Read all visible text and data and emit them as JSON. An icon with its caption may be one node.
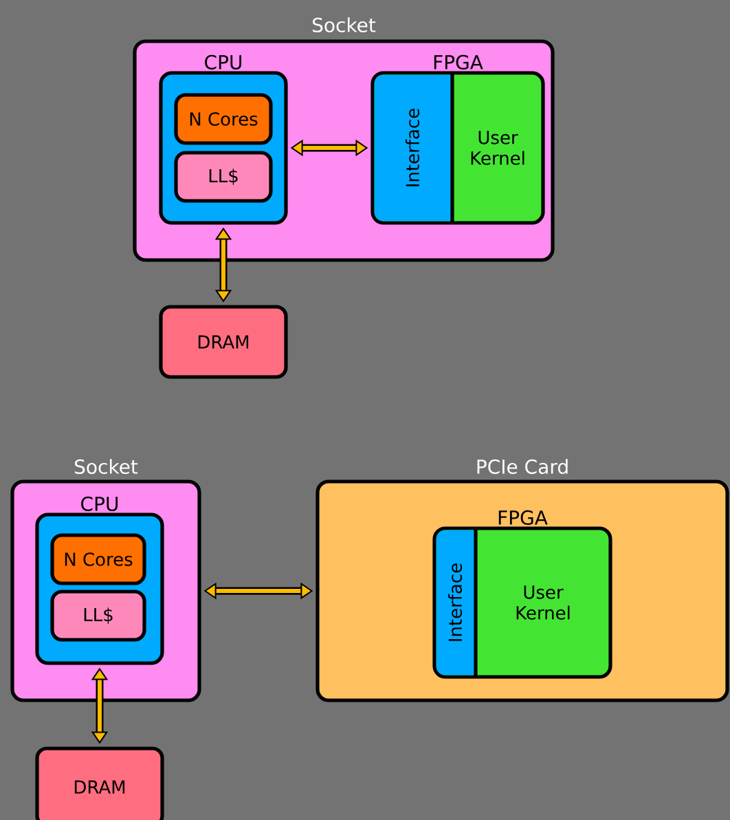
{
  "diagram": {
    "nodes": [
      {
        "text": [
          "Socket"
        ]
      },
      {
        "text": [
          "CPU"
        ],
        "in": 0
      },
      {
        "text": [
          "N Cores"
        ],
        "in": 1
      },
      {
        "text": [
          "LL$"
        ],
        "in": 1
      },
      {
        "text": [
          "FPGA"
        ],
        "in": 0
      },
      {
        "text": [
          "Interface"
        ],
        "in": 4
      },
      {
        "text": [
          "User Kernel"
        ],
        "in": 4
      },
      {
        "text": [
          "DRAM"
        ]
      },
      {
        "text": [
          "Socket"
        ]
      },
      {
        "text": [
          "CPU"
        ],
        "in": 8
      },
      {
        "text": [
          "N Cores"
        ],
        "in": 9
      },
      {
        "text": [
          "LL$"
        ],
        "in": 9
      },
      {
        "text": [
          "PCIe Card"
        ]
      },
      {
        "text": [
          "FPGA"
        ],
        "in": 12
      },
      {
        "text": [
          "Interface"
        ],
        "in": 13
      },
      {
        "text": [
          "User Kernel"
        ],
        "in": 13
      },
      {
        "text": [
          "DRAM"
        ]
      }
    ],
    "edges": [
      {
        "from": 1,
        "to": 4,
        "arrow": "both"
      },
      {
        "from": 1,
        "to": 7,
        "arrow": "both"
      },
      {
        "from": 8,
        "to": 12,
        "arrow": "both"
      },
      {
        "from": 9,
        "to": 16,
        "arrow": "both"
      }
    ]
  }
}
